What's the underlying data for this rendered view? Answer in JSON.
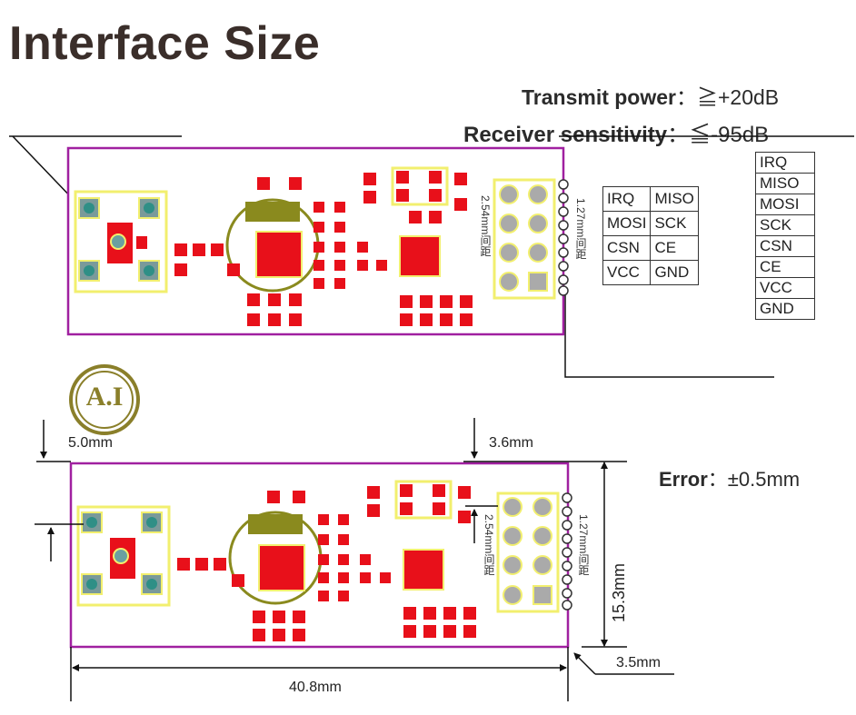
{
  "title": "Interface Size",
  "specs": {
    "transmit_label": "Transmit power",
    "transmit_value": "：≧+20dB",
    "receiver_label": "Receiver sensitivity",
    "receiver_value": "：≦-95dB",
    "error_label": "Error",
    "error_value": "：±0.5mm"
  },
  "pin_grid": [
    [
      "IRQ",
      "MISO"
    ],
    [
      "MOSI",
      "SCK"
    ],
    [
      "CSN",
      "CE"
    ],
    [
      "VCC",
      "GND"
    ]
  ],
  "pin_list": [
    "IRQ",
    "MISO",
    "MOSI",
    "SCK",
    "CSN",
    "CE",
    "VCC",
    "GND"
  ],
  "board_labels": {
    "pitch_254": "2.54mm间距",
    "pitch_127": "1.27mm间距"
  },
  "dimensions": {
    "top_offset": "5.0mm",
    "header_offset": "3.6mm",
    "height": "15.3mm",
    "width": "40.8mm",
    "edge_offset": "3.5mm"
  },
  "logo_text": "A.I",
  "colors": {
    "board_outline": "#a020a0",
    "pad": "#e8101a",
    "silk": "#f2ef6e",
    "via": "#2f8f86",
    "copper": "#8a8a1e"
  }
}
